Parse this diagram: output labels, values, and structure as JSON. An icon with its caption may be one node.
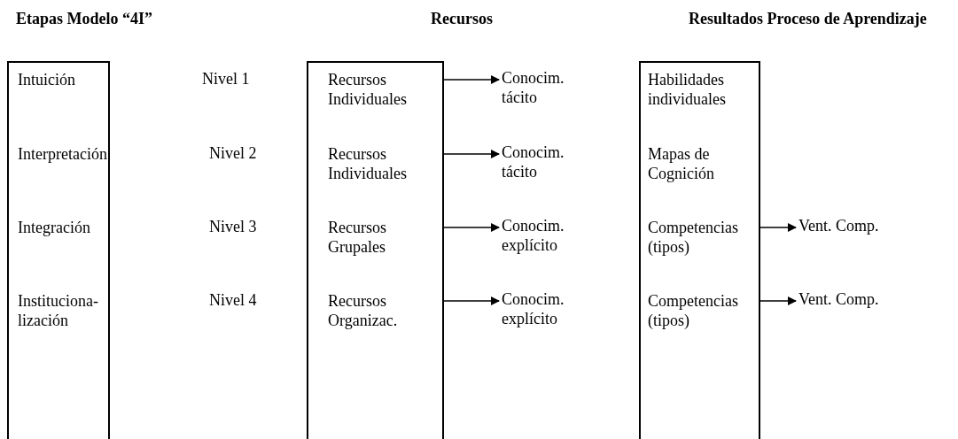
{
  "diagram": {
    "nodes": [
      {
        "text": [],
        "shape": "box"
      },
      {
        "text": [
          "Intuición"
        ],
        "in": 0
      },
      {
        "text": [
          "Interpretación"
        ],
        "in": 0
      },
      {
        "text": [
          "Integración"
        ],
        "in": 0
      },
      {
        "text": [
          "Instituciona- lización"
        ],
        "in": 0
      },
      {
        "text": [],
        "shape": "box"
      },
      {
        "text": [
          "Recursos Individuales"
        ],
        "in": 5
      },
      {
        "text": [
          "Recursos Individuales"
        ],
        "in": 5
      },
      {
        "text": [
          "Recursos Grupales"
        ],
        "in": 5
      },
      {
        "text": [
          "Recursos Organizac."
        ],
        "in": 5
      },
      {
        "text": [
          "Conocim. tácito"
        ]
      },
      {
        "text": [
          "Conocim. tácito"
        ]
      },
      {
        "text": [
          "Conocim. explícito"
        ]
      },
      {
        "text": [
          "Conocim. explícito"
        ]
      },
      {
        "text": [],
        "shape": "box"
      },
      {
        "text": [
          "Habilidades individuales"
        ],
        "in": 14
      },
      {
        "text": [
          "Mapas de Cognición"
        ],
        "in": 14
      },
      {
        "text": [
          "Competencias (tipos)"
        ],
        "in": 14
      },
      {
        "text": [
          "Competencias (tipos)"
        ],
        "in": 14
      },
      {
        "text": [
          "Vent. Comp."
        ]
      },
      {
        "text": [
          "Vent. Comp."
        ]
      }
    ],
    "edges": [
      {
        "from": 6,
        "to": 10,
        "arrow": "to"
      },
      {
        "from": 7,
        "to": 11,
        "arrow": "to"
      },
      {
        "from": 8,
        "to": 12,
        "arrow": "to"
      },
      {
        "from": 9,
        "to": 13,
        "arrow": "to"
      },
      {
        "from": 17,
        "to": 19,
        "arrow": "to"
      },
      {
        "from": 18,
        "to": 20,
        "arrow": "to"
      }
    ],
    "labels": [
      "Etapas Modelo “4I”",
      "Recursos",
      "Resultados Proceso de Aprendizaje",
      "Nivel 1",
      "Nivel 2",
      "Nivel 3",
      "Nivel 4"
    ]
  }
}
